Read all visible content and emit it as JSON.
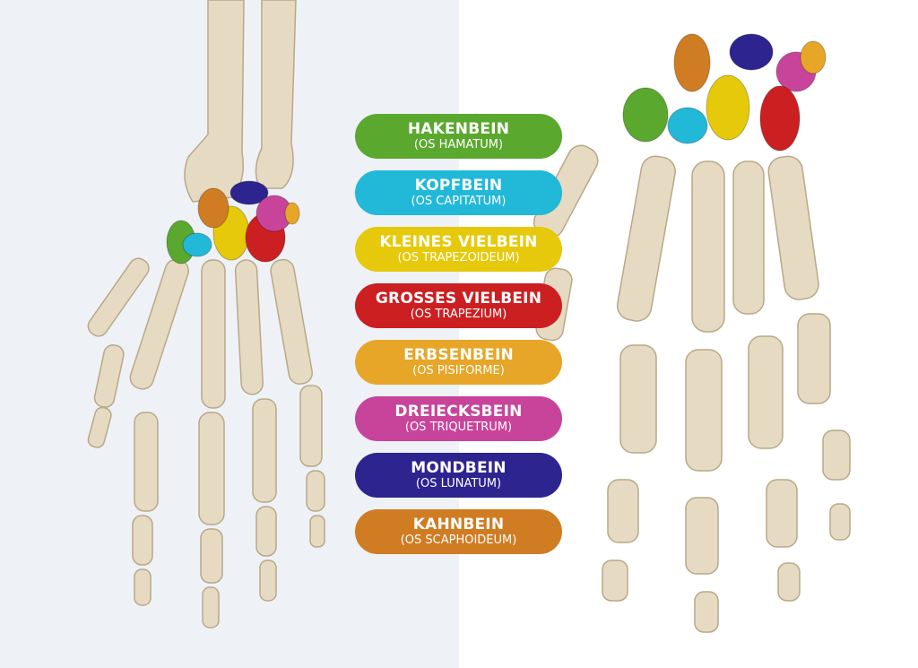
{
  "labels": [
    {
      "name": "HAKENBEIN",
      "latin": "(OS HAMATUM)",
      "color": "#5aa82e"
    },
    {
      "name": "KOPFBEIN",
      "latin": "(OS CAPITATUM)",
      "color": "#22b8d8"
    },
    {
      "name": "KLEINES VIELBEIN",
      "latin": "(OS TRAPEZOIDEUM)",
      "color": "#e6c90a"
    },
    {
      "name": "GROSSES VIELBEIN",
      "latin": "(OS TRAPEZIUM)",
      "color": "#cc1f22"
    },
    {
      "name": "ERBSENBEIN",
      "latin": "(OS PISIFORME)",
      "color": "#e7a628"
    },
    {
      "name": "DREIECKSBEIN",
      "latin": "(OS TRIQUETRUM)",
      "color": "#c8449a"
    },
    {
      "name": "MONDBEIN",
      "latin": "(OS LUNATUM)",
      "color": "#2d2490"
    },
    {
      "name": "KAHNBEIN",
      "latin": "(OS SCAPHOIDEUM)",
      "color": "#d07c22"
    }
  ],
  "bone_color": "#e6dbc2"
}
